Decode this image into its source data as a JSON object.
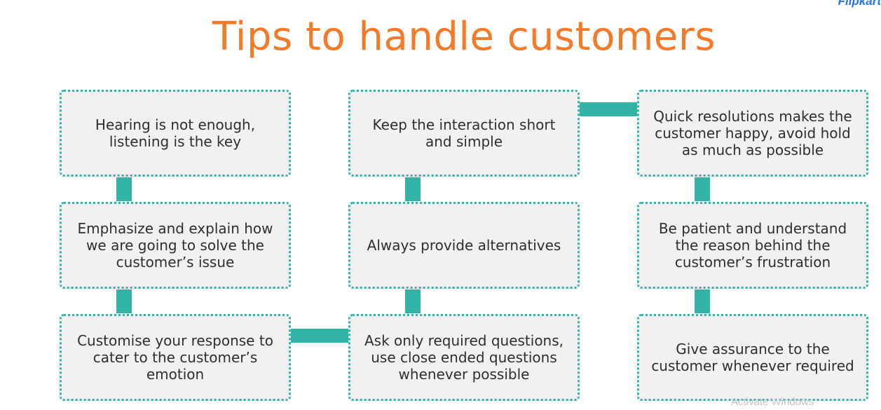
{
  "brand": {
    "text": "Flipkart"
  },
  "title": "Tips to handle customers",
  "tips": [
    {
      "text": "Hearing is not enough, listening is the key"
    },
    {
      "text": "Emphasize and explain how we are going to solve the customer’s issue"
    },
    {
      "text": "Customise your response to cater to the customer’s emotion"
    },
    {
      "text": "Ask only required questions, use close ended questions whenever possible"
    },
    {
      "text": "Always provide alternatives"
    },
    {
      "text": "Keep the interaction short and simple"
    },
    {
      "text": "Quick resolutions makes the customer happy, avoid hold as much as possible"
    },
    {
      "text": "Be patient and understand the reason behind the customer’s frustration"
    },
    {
      "text": "Give assurance to the customer whenever required"
    }
  ],
  "watermark": "Activate Windows",
  "colors": {
    "title": "#f47a29",
    "connector": "#33b3a6",
    "box_border": "#33b3a6",
    "box_fill": "#f1f1f1",
    "brand": "#2874f0"
  }
}
